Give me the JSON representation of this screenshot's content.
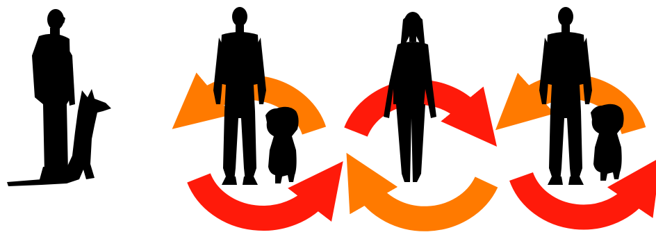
{
  "figures": [
    {
      "kind": "man-with-shepherd-dog",
      "icon": "man-silhouette-icon",
      "companion": "german-shepherd-silhouette-icon"
    },
    {
      "kind": "man-with-labrador",
      "icon": "man-silhouette-icon",
      "companion": "labrador-silhouette-icon",
      "cycle_top_color": "#ff7a00",
      "cycle_bottom_color": "#ff1a0a"
    },
    {
      "kind": "woman-alone",
      "icon": "woman-silhouette-icon",
      "cycle_top_color": "#ff1a0a",
      "cycle_bottom_color": "#ff7a00"
    },
    {
      "kind": "man-with-labrador",
      "icon": "man-silhouette-icon",
      "companion": "labrador-silhouette-icon",
      "cycle_top_color": "#ff7a00",
      "cycle_bottom_color": "#ff1a0a"
    }
  ],
  "colors": {
    "silhouette": "#000000",
    "background": "#ffffff",
    "orange": "#ff7a00",
    "red": "#ff1a0a"
  }
}
